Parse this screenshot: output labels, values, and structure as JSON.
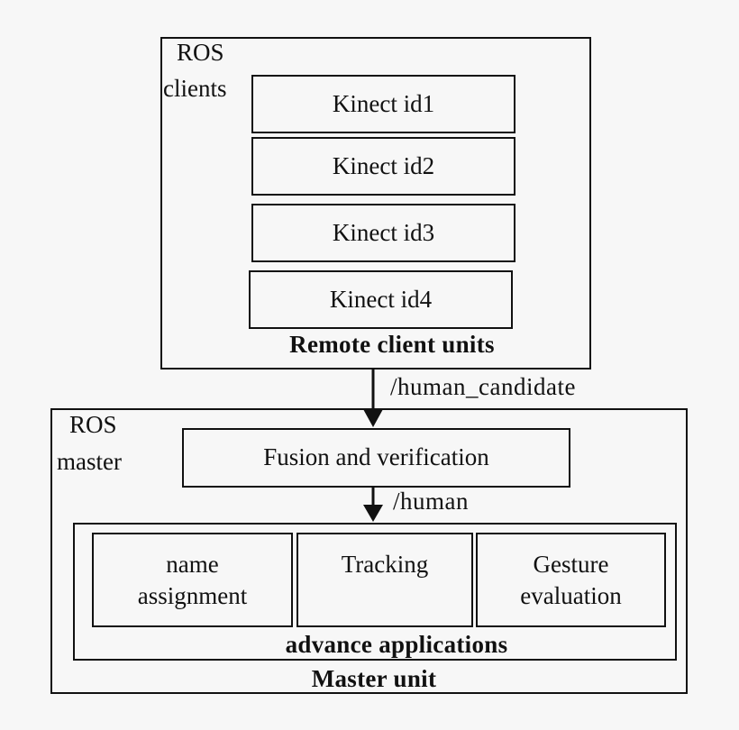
{
  "clients": {
    "label_line1": "ROS",
    "label_line2": "clients",
    "kinects": [
      "Kinect id1",
      "Kinect id2",
      "Kinect id3",
      "Kinect id4"
    ],
    "caption": "Remote  client units"
  },
  "edge_top": "/human_candidate",
  "master": {
    "label_line1": "ROS",
    "label_line2": "master",
    "fusion": "Fusion and verification",
    "edge": "/human",
    "apps": {
      "name_assignment": "name\nassignment",
      "tracking": "Tracking",
      "gesture_evaluation": "Gesture\nevaluation",
      "caption": "advance   applications"
    },
    "caption": "Master unit"
  },
  "colors": {
    "background": "#f7f7f7",
    "stroke": "#111111"
  }
}
